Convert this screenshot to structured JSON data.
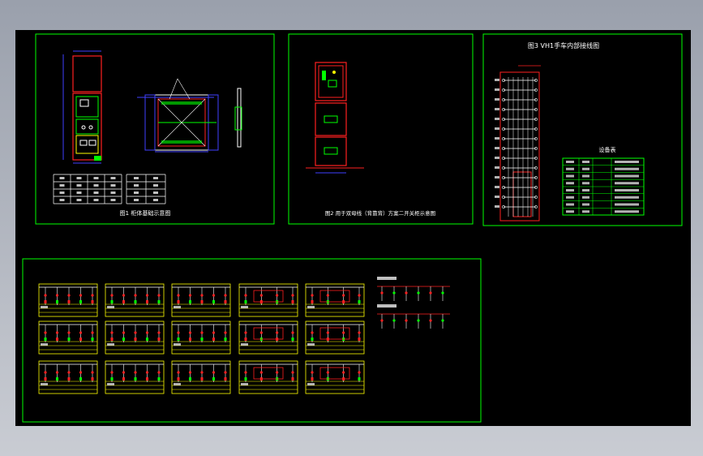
{
  "drawing": {
    "panel1_caption": "图1 柜体基础示意图",
    "panel2_caption": "图2 用于双母线（背靠背）方案二开关柜示意图",
    "panel3_title": "图3 VH1手车内部接线图",
    "equipment_table_title": "设备表",
    "colors": {
      "border": "#00ff00",
      "accent": "#ff0000",
      "line": "#ffffff",
      "dim": "#0000ff",
      "yellow": "#ffff00"
    }
  }
}
